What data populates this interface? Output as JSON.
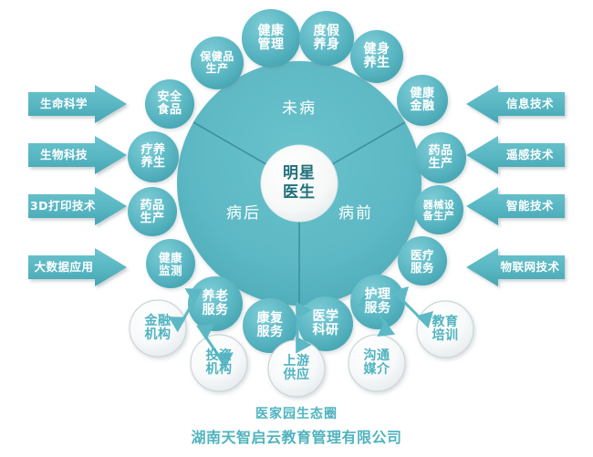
{
  "theme": {
    "teal": "#5cb8c4",
    "teal_dark": "#3f9fad",
    "teal_text": "#4fb3bf",
    "core_text": "#20707c",
    "gray_fill": "#f4f6f7",
    "gray_border": "#c9d2d4",
    "arrow_fill": "#57b6c2",
    "white": "#ffffff",
    "background": "#ffffff"
  },
  "center": {
    "core_label": "明星\n医生",
    "sectors": [
      {
        "id": "weibing",
        "label": "未病"
      },
      {
        "id": "bingqian",
        "label": "病前"
      },
      {
        "id": "binghou",
        "label": "病后"
      }
    ]
  },
  "left_arrows": [
    {
      "id": "life-science",
      "label": "生命科学"
    },
    {
      "id": "bio-tech",
      "label": "生物科技"
    },
    {
      "id": "3d-printing",
      "label": "3D打印技术"
    },
    {
      "id": "big-data",
      "label": "大数据应用"
    }
  ],
  "right_arrows": [
    {
      "id": "information-tech",
      "label": "信息技术"
    },
    {
      "id": "remote-sensing",
      "label": "遥感技术"
    },
    {
      "id": "intelligent-tech",
      "label": "智能技术"
    },
    {
      "id": "iot-tech",
      "label": "物联网技术"
    }
  ],
  "teal_circles": [
    {
      "id": "health-supplement",
      "label": "保健品\n生产"
    },
    {
      "id": "health-management",
      "label": "健康\n管理"
    },
    {
      "id": "vacation-wellness",
      "label": "度假\n养身"
    },
    {
      "id": "fitness-wellness",
      "label": "健身\n养生"
    },
    {
      "id": "safe-food",
      "label": "安全\n食品"
    },
    {
      "id": "health-finance",
      "label": "健康\n金融"
    },
    {
      "id": "recuperation",
      "label": "疗养\n养生"
    },
    {
      "id": "medicine-production-right",
      "label": "药品\n生产"
    },
    {
      "id": "medicine-production-left",
      "label": "药品\n生产"
    },
    {
      "id": "equipment-production",
      "label": "器械设\n备生产"
    },
    {
      "id": "health-monitoring",
      "label": "健康\n监测"
    },
    {
      "id": "medical-service",
      "label": "医疗\n服务"
    },
    {
      "id": "elderly-care",
      "label": "养老\n服务"
    },
    {
      "id": "rehab-service",
      "label": "康复\n服务"
    },
    {
      "id": "medical-research",
      "label": "医学\n科研"
    },
    {
      "id": "nursing-service",
      "label": "护理\n服务"
    }
  ],
  "gray_circles": [
    {
      "id": "financial-institution",
      "label": "金融\n机构"
    },
    {
      "id": "investment-institution",
      "label": "投资\n机构"
    },
    {
      "id": "upstream-supply",
      "label": "上游\n供应"
    },
    {
      "id": "communication-media",
      "label": "沟通\n媒介"
    },
    {
      "id": "education-training",
      "label": "教育\n培训"
    }
  ],
  "caption": {
    "line1": "医家园生态圈",
    "line2": "湖南天智启云教育管理有限公司"
  }
}
